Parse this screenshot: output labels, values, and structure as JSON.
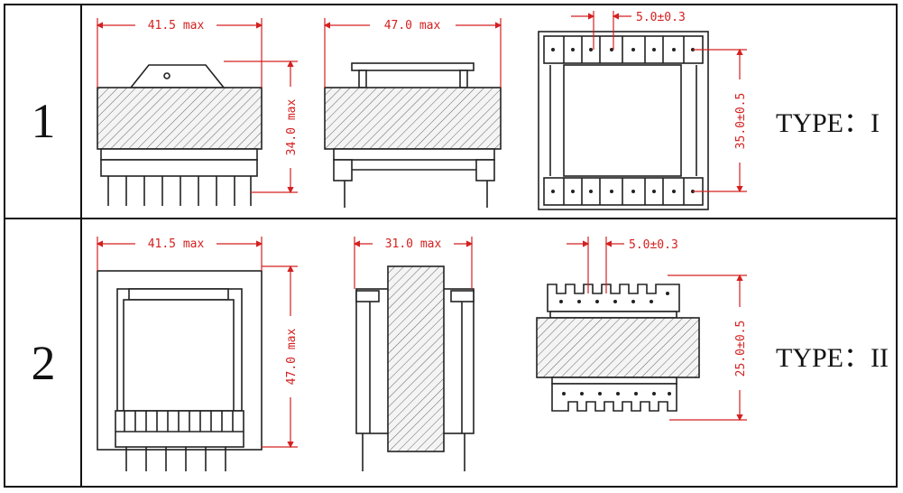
{
  "rows": [
    {
      "number": "1",
      "type_label": "TYPE：I",
      "front_width": "41.5 max",
      "front_height": "34.0 max",
      "side_width": "47.0 max",
      "pin_pitch": "5.0±0.3",
      "pin_span": "35.0±0.5"
    },
    {
      "number": "2",
      "type_label": "TYPE：II",
      "front_width": "41.5 max",
      "front_height": "47.0 max",
      "side_width": "31.0 max",
      "pin_pitch": "5.0±0.3",
      "pin_span": "25.0±0.5"
    }
  ],
  "colors": {
    "dimension": "#d42020",
    "line": "#222222"
  }
}
